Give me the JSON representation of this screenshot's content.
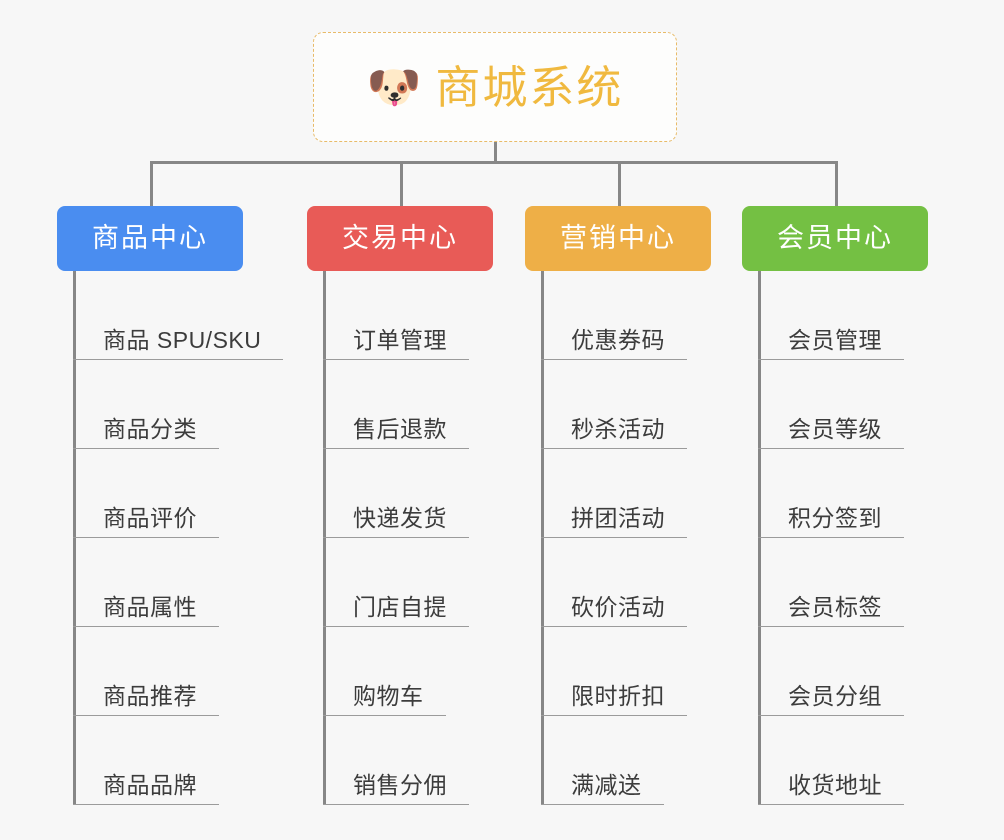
{
  "diagram": {
    "type": "tree",
    "background_color": "#f7f7f7",
    "connector_color": "#878787"
  },
  "root": {
    "icon": "shiba-dog-face-emoji",
    "emoji": "🐶",
    "title": "商城系统",
    "text_color": "#f0b93f",
    "border_color": "#e8bb69",
    "background_color": "#fdfdfc"
  },
  "columns": [
    {
      "header": "商品中心",
      "color": "#4a8df0",
      "items": [
        "商品 SPU/SKU",
        "商品分类",
        "商品评价",
        "商品属性",
        "商品推荐",
        "商品品牌"
      ]
    },
    {
      "header": "交易中心",
      "color": "#e85b57",
      "items": [
        "订单管理",
        "售后退款",
        "快递发货",
        "门店自提",
        "购物车",
        "销售分佣"
      ]
    },
    {
      "header": "营销中心",
      "color": "#eeaf47",
      "items": [
        "优惠券码",
        "秒杀活动",
        "拼团活动",
        "砍价活动",
        "限时折扣",
        "满减送"
      ]
    },
    {
      "header": "会员中心",
      "color": "#74c043",
      "items": [
        "会员管理",
        "会员等级",
        "积分签到",
        "会员标签",
        "会员分组",
        "收货地址"
      ]
    }
  ]
}
